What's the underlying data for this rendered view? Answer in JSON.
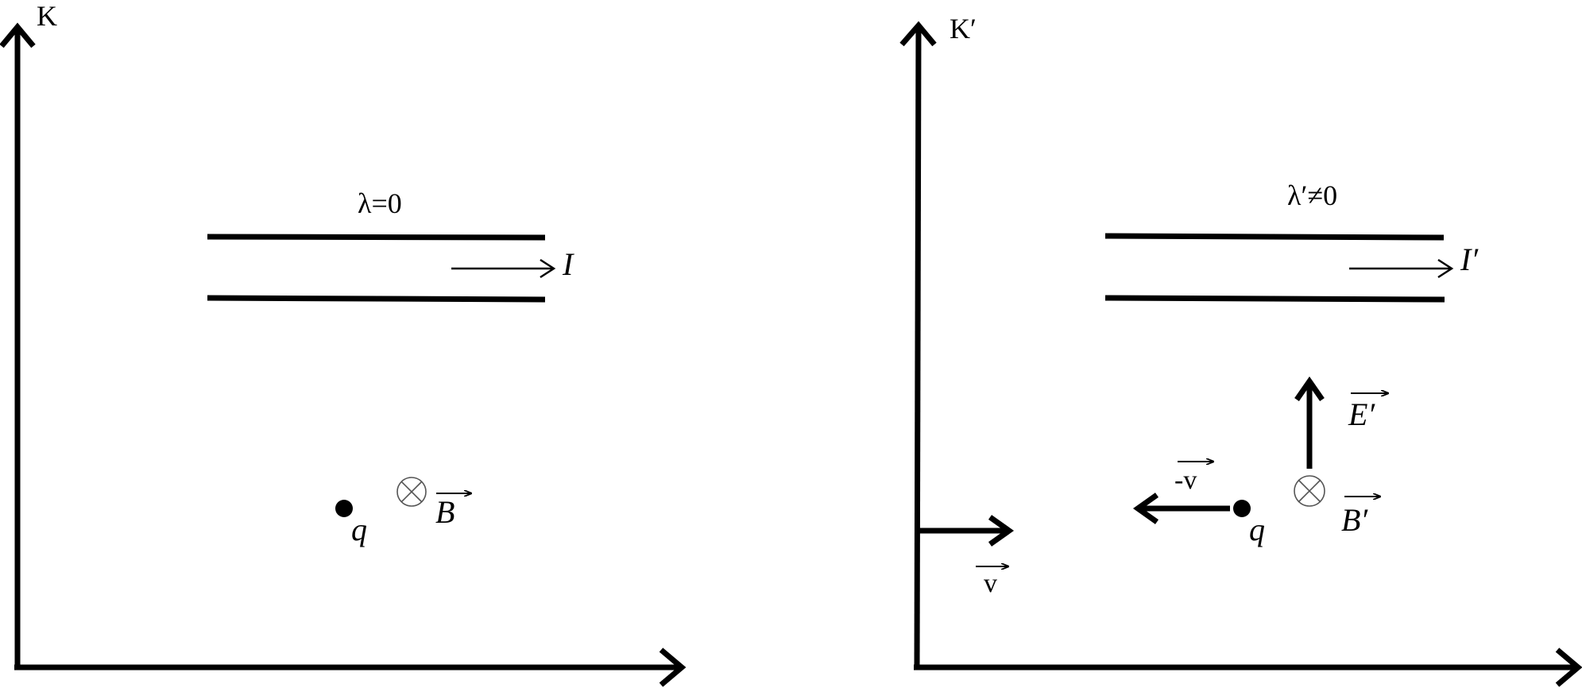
{
  "frame_k": {
    "axis_label": "K",
    "density": "λ=0",
    "current": "I",
    "charge": "q",
    "magnetic_field": "B"
  },
  "frame_k_prime": {
    "axis_label": "K′",
    "density": "λ′≠0",
    "current": "I′",
    "charge": "q",
    "magnetic_field": "B′",
    "electric_field": "E′",
    "charge_velocity": "-v",
    "frame_velocity": "v"
  },
  "colors": {
    "ink": "#000000",
    "field_symbol": "#555555"
  }
}
